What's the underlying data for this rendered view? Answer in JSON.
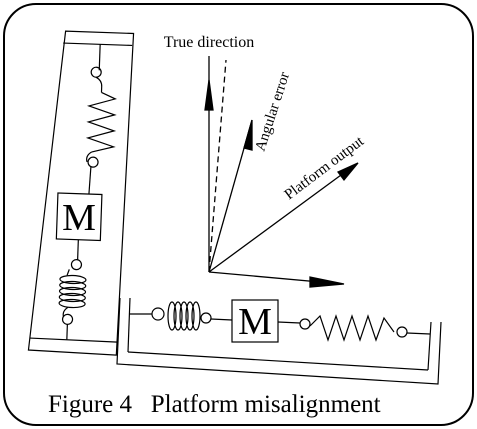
{
  "diagram": {
    "mass_label_vertical": "M",
    "mass_label_horizontal": "M",
    "label_true_direction": "True direction",
    "label_angular_error": "Angular error",
    "label_platform_output": "Platform output"
  },
  "caption": {
    "text": "Figure 4   Platform misalignment"
  }
}
